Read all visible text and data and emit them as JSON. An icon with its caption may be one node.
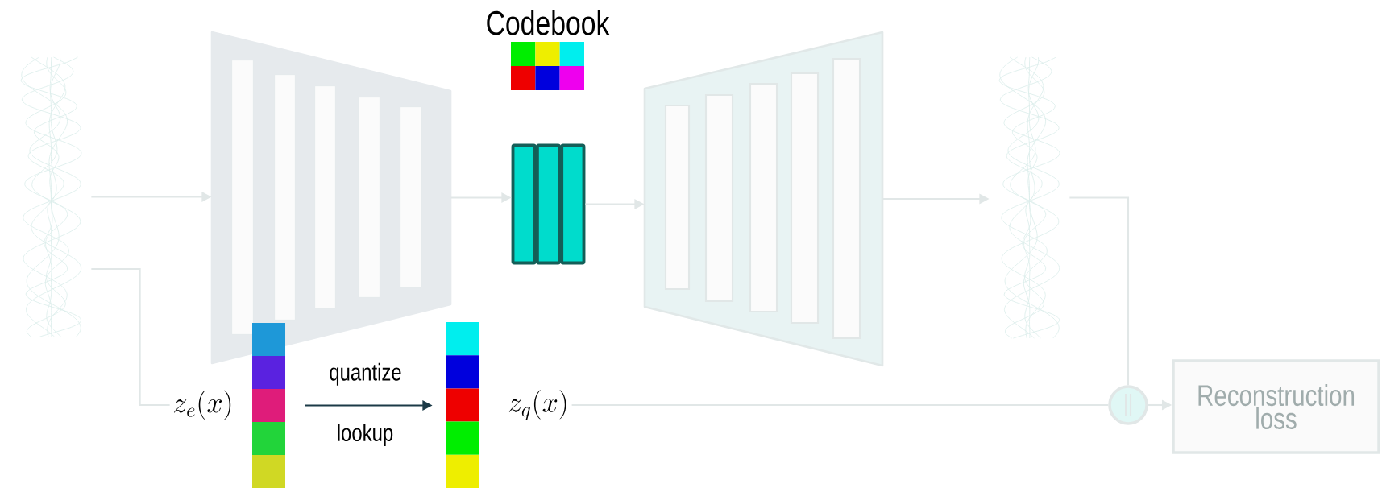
{
  "diagram": {
    "nodes": [
      {
        "text": [],
        "shape": "picture"
      },
      {
        "text": [],
        "shape": "trapezoid"
      },
      {
        "text": [
          "Codebook"
        ]
      },
      {
        "text": [],
        "shape": "box"
      },
      {
        "text": [],
        "shape": "trapezoid"
      },
      {
        "text": [],
        "shape": "picture"
      },
      {
        "text": [
          "z_e(x)"
        ]
      },
      {
        "text": [],
        "shape": "bar"
      },
      {
        "text": [],
        "shape": "bar"
      },
      {
        "text": [
          "z_q(x)"
        ]
      },
      {
        "text": [],
        "shape": "circle"
      },
      {
        "text": [
          "Reconstruction loss"
        ]
      }
    ],
    "edges": [
      {
        "from": 0,
        "to": 1,
        "arrow": "to"
      },
      {
        "from": 1,
        "to": 3,
        "arrow": "to"
      },
      {
        "from": 3,
        "to": 4,
        "arrow": "to"
      },
      {
        "from": 4,
        "to": 5,
        "arrow": "to"
      },
      {
        "from": 0,
        "to": 6,
        "arrow": "none"
      },
      {
        "from": 7,
        "to": 8,
        "arrow": "to",
        "label": "quantize",
        "color": "#1b3a47"
      },
      {
        "from": 9,
        "to": 10,
        "arrow": "none"
      },
      {
        "from": 5,
        "to": 10,
        "arrow": "none"
      },
      {
        "from": 10,
        "to": 11,
        "arrow": "to"
      }
    ],
    "labels": [
      "lookup"
    ]
  }
}
